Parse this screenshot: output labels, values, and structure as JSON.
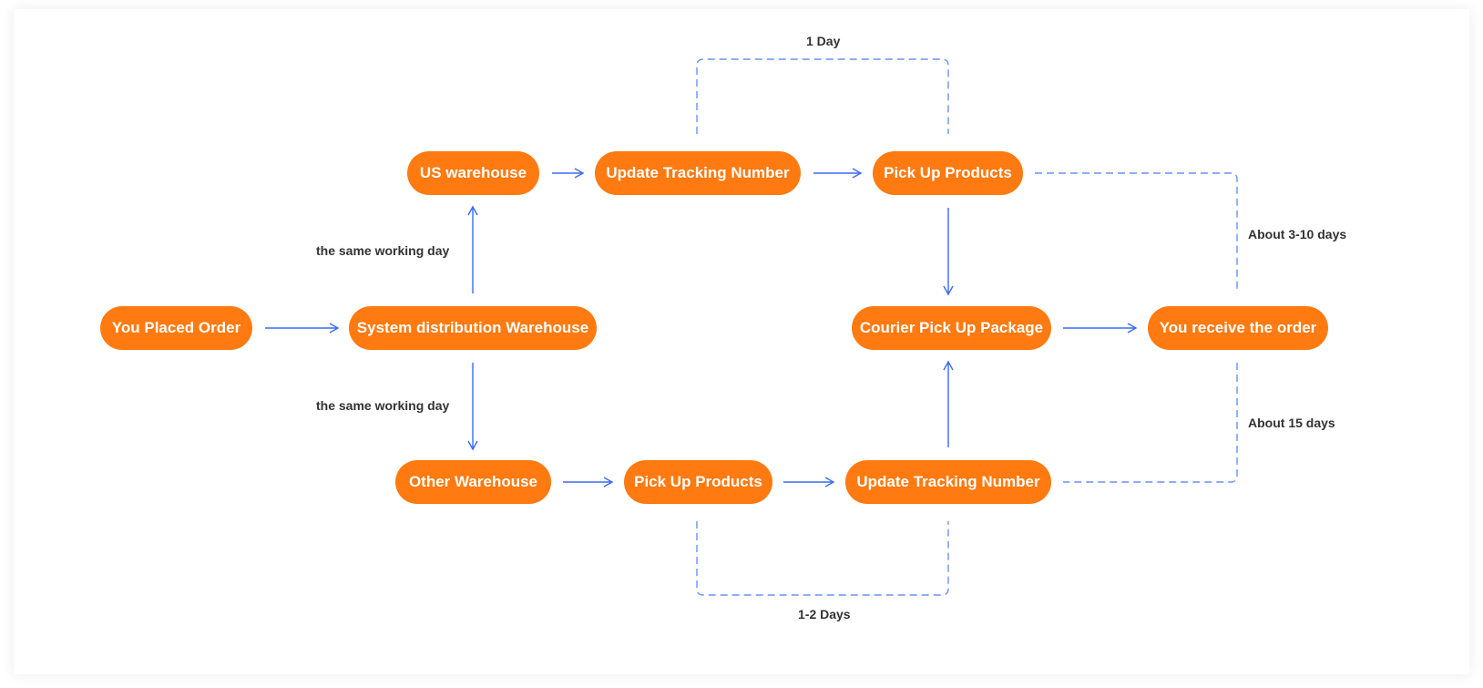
{
  "diagram": {
    "accent_color": "#ff7a10",
    "line_color": "#3b6cf0",
    "nodes": {
      "you_placed_order": "You Placed Order",
      "system_distribution": "System distribution Warehouse",
      "us_warehouse": "US warehouse",
      "update_tracking_top": "Update Tracking Number",
      "pick_up_top": "Pick Up Products",
      "courier_pick_up": "Courier Pick Up Package",
      "you_receive": "You receive the order",
      "other_warehouse": "Other Warehouse",
      "pick_up_bottom": "Pick Up Products",
      "update_tracking_bottom": "Update Tracking Number"
    },
    "labels": {
      "same_day_top": "the same working day",
      "same_day_bottom": "the same working day",
      "one_day": "1 Day",
      "one_two_days": "1-2 Days",
      "about_3_10": "About 3-10 days",
      "about_15": "About 15 days"
    }
  }
}
